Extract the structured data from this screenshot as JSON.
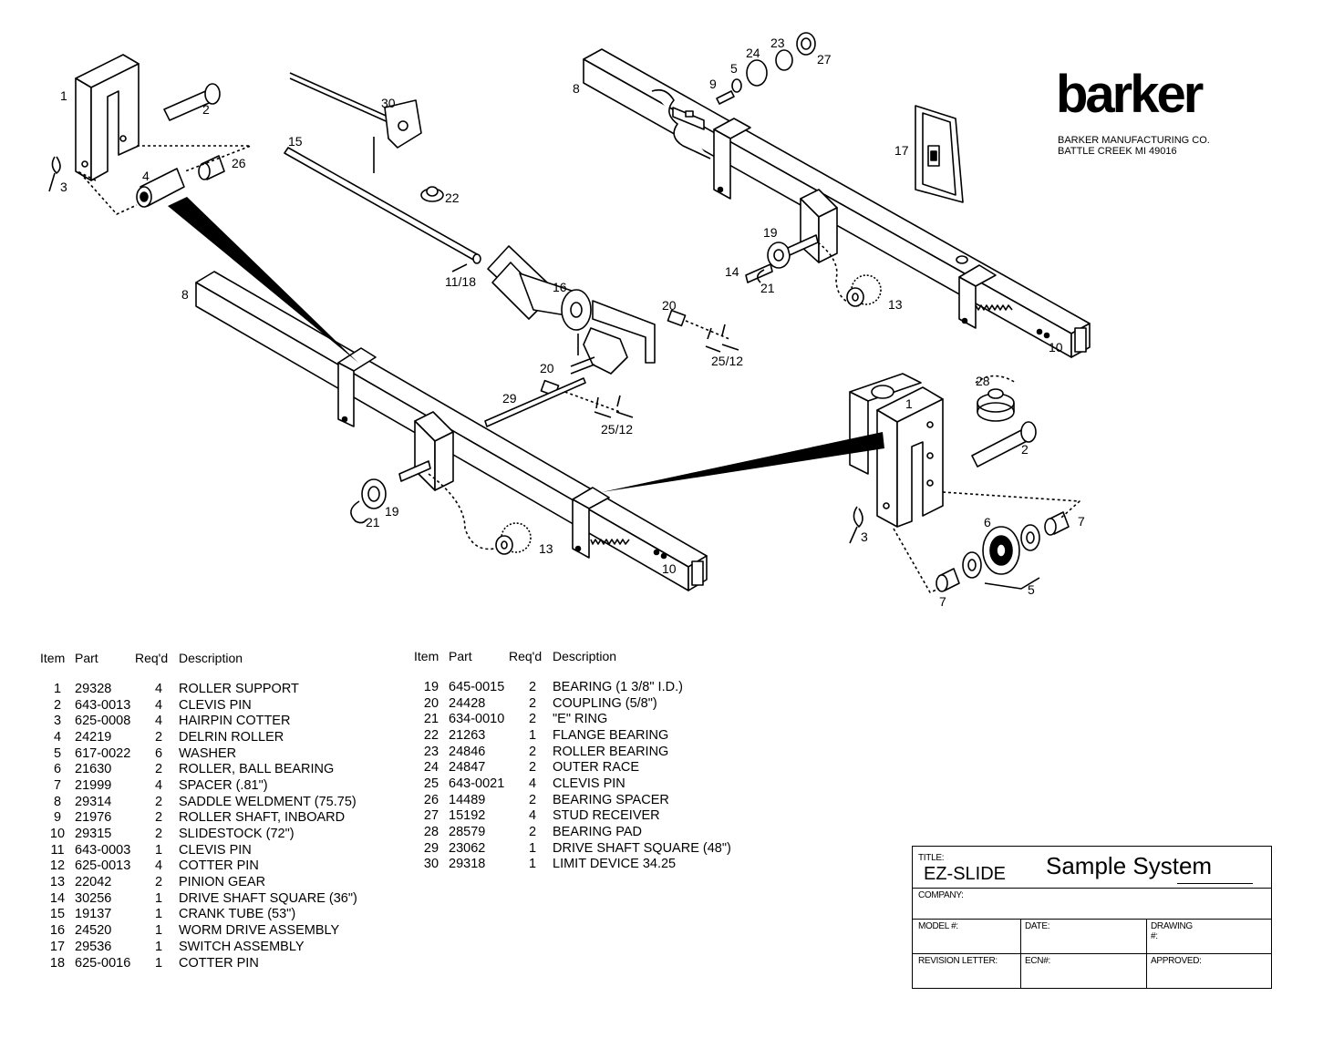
{
  "brand": {
    "logo_text": "barker",
    "company_name": "BARKER MANUFACTURING CO.",
    "company_address": "BATTLE CREEK  MI  49016"
  },
  "callouts": {
    "c1a": "1",
    "c2a": "2",
    "c3a": "3",
    "c4": "4",
    "c26": "26",
    "c30": "30",
    "c15": "15",
    "c22": "22",
    "c1118": "11/18",
    "c8a": "8",
    "c8b": "8",
    "c16": "16",
    "c9": "9",
    "c5a": "5",
    "c24": "24",
    "c23": "23",
    "c27": "27",
    "c17": "17",
    "c19a": "19",
    "c14": "14",
    "c21a": "21",
    "c13a": "13",
    "c10a": "10",
    "c20a": "20",
    "c2512a": "25/12",
    "c20b": "20",
    "c2512b": "25/12",
    "c29": "29",
    "c19b": "19",
    "c21b": "21",
    "c13b": "13",
    "c10b": "10",
    "c28": "28",
    "c1b": "1",
    "c2b": "2",
    "c3b": "3",
    "c6": "6",
    "c7a": "7",
    "c7b": "7",
    "c5b": "5"
  },
  "parts_table": {
    "headers": {
      "item": "Item",
      "part": "Part",
      "reqd": "Req'd",
      "description": "Description"
    },
    "left": [
      {
        "item": "1",
        "part": "29328",
        "reqd": "4",
        "description": "ROLLER SUPPORT"
      },
      {
        "item": "2",
        "part": "643-0013",
        "reqd": "4",
        "description": "CLEVIS PIN"
      },
      {
        "item": "3",
        "part": "625-0008",
        "reqd": "4",
        "description": "HAIRPIN COTTER"
      },
      {
        "item": "4",
        "part": "24219",
        "reqd": "2",
        "description": "DELRIN ROLLER"
      },
      {
        "item": "5",
        "part": "617-0022",
        "reqd": "6",
        "description": "WASHER"
      },
      {
        "item": "6",
        "part": "21630",
        "reqd": "2",
        "description": "ROLLER, BALL BEARING"
      },
      {
        "item": "7",
        "part": "21999",
        "reqd": "4",
        "description": "SPACER (.81\")"
      },
      {
        "item": "8",
        "part": "29314",
        "reqd": "2",
        "description": "SADDLE WELDMENT (75.75)"
      },
      {
        "item": "9",
        "part": "21976",
        "reqd": "2",
        "description": "ROLLER SHAFT, INBOARD"
      },
      {
        "item": "10",
        "part": "29315",
        "reqd": "2",
        "description": "SLIDESTOCK (72\")"
      },
      {
        "item": "11",
        "part": "643-0003",
        "reqd": "1",
        "description": "CLEVIS PIN"
      },
      {
        "item": "12",
        "part": "625-0013",
        "reqd": "4",
        "description": "COTTER PIN"
      },
      {
        "item": "13",
        "part": "22042",
        "reqd": "2",
        "description": "PINION GEAR"
      },
      {
        "item": "14",
        "part": "30256",
        "reqd": "1",
        "description": "DRIVE SHAFT SQUARE (36\")"
      },
      {
        "item": "15",
        "part": "19137",
        "reqd": "1",
        "description": "CRANK TUBE (53\")"
      },
      {
        "item": "16",
        "part": "24520",
        "reqd": "1",
        "description": "WORM DRIVE ASSEMBLY"
      },
      {
        "item": "17",
        "part": "29536",
        "reqd": "1",
        "description": "SWITCH ASSEMBLY"
      },
      {
        "item": "18",
        "part": "625-0016",
        "reqd": "1",
        "description": "COTTER PIN"
      }
    ],
    "right": [
      {
        "item": "19",
        "part": "645-0015",
        "reqd": "2",
        "description": "BEARING (1 3/8\" I.D.)"
      },
      {
        "item": "20",
        "part": "24428",
        "reqd": "2",
        "description": "COUPLING (5/8\")"
      },
      {
        "item": "21",
        "part": "634-0010",
        "reqd": "2",
        "description": "\"E\" RING"
      },
      {
        "item": "22",
        "part": "21263",
        "reqd": "1",
        "description": "FLANGE BEARING"
      },
      {
        "item": "23",
        "part": "24846",
        "reqd": "2",
        "description": "ROLLER BEARING"
      },
      {
        "item": "24",
        "part": "24847",
        "reqd": "2",
        "description": "OUTER RACE"
      },
      {
        "item": "25",
        "part": "643-0021",
        "reqd": "4",
        "description": "CLEVIS PIN"
      },
      {
        "item": "26",
        "part": "14489",
        "reqd": "2",
        "description": "BEARING SPACER"
      },
      {
        "item": "27",
        "part": "15192",
        "reqd": "4",
        "description": "STUD RECEIVER"
      },
      {
        "item": "28",
        "part": "28579",
        "reqd": "2",
        "description": "BEARING PAD"
      },
      {
        "item": "29",
        "part": "23062",
        "reqd": "1",
        "description": "DRIVE SHAFT SQUARE (48\")"
      },
      {
        "item": "30",
        "part": "29318",
        "reqd": "1",
        "description": "LIMIT DEVICE 34.25"
      }
    ]
  },
  "title_block": {
    "title_label": "TITLE:",
    "title_value": "EZ-SLIDE",
    "system_name": "Sample System",
    "company_label": "COMPANY:",
    "model_label": "MODEL #:",
    "date_label": "DATE:",
    "drawing_label": "DRAWING #:",
    "revision_label": "REVISION LETTER:",
    "ecn_label": "ECN#:",
    "approved_label": "APPROVED:"
  }
}
